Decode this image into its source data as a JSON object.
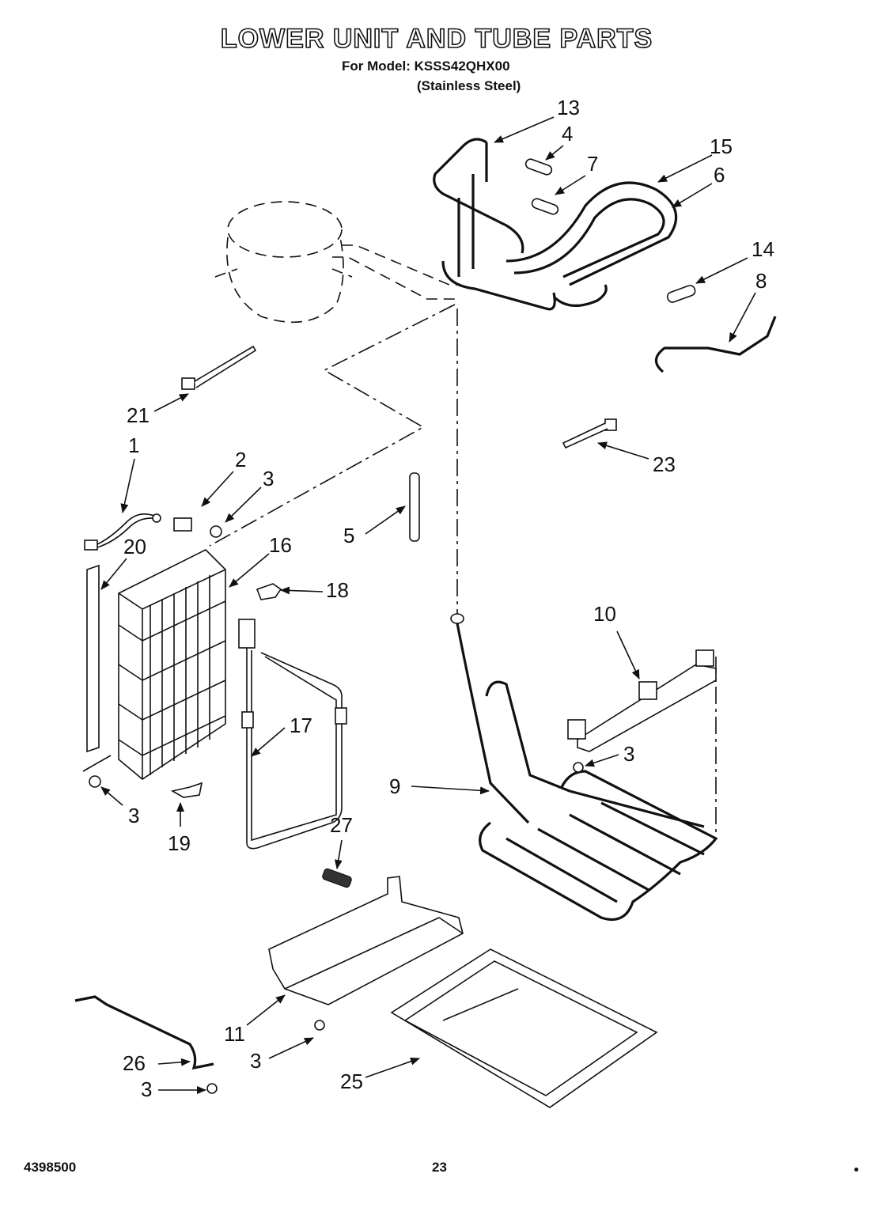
{
  "header": {
    "title": "LOWER UNIT AND TUBE PARTS",
    "model_line": "For Model: KSSS42QHX00",
    "finish_line": "(Stainless Steel)"
  },
  "footer": {
    "doc_number": "4398500",
    "page_number": "23"
  },
  "callouts": {
    "c13": "13",
    "c4": "4",
    "c15": "15",
    "c7": "7",
    "c6": "6",
    "c14": "14",
    "c8": "8",
    "c21": "21",
    "c23": "23",
    "c1": "1",
    "c2": "2",
    "c3a": "3",
    "c5": "5",
    "c20": "20",
    "c16": "16",
    "c18": "18",
    "c10": "10",
    "c3b": "3",
    "c17": "17",
    "c9": "9",
    "c3c": "3",
    "c19": "19",
    "c27": "27",
    "c11": "11",
    "c26": "26",
    "c3d": "3",
    "c3e": "3",
    "c25": "25"
  }
}
